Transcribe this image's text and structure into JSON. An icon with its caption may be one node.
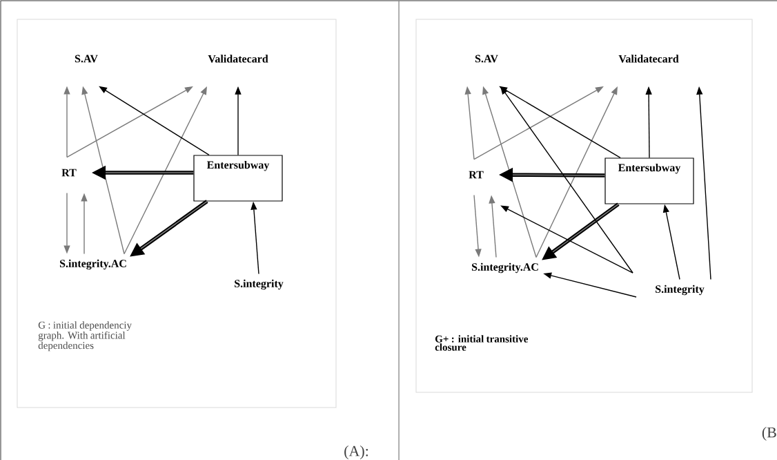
{
  "diagram": {
    "nodes": [
      {
        "text": [
          "G : initial dependenciy graph. With artificial dependencies"
        ]
      },
      {
        "text": [
          "S.AV"
        ],
        "in": 0
      },
      {
        "text": [
          "Validatecard"
        ],
        "in": 0
      },
      {
        "text": [
          "RT"
        ],
        "in": 0
      },
      {
        "text": [
          "Entersubway"
        ],
        "in": 0
      },
      {
        "text": [
          "S.integrity.AC"
        ],
        "in": 0
      },
      {
        "text": [
          "S.integrity"
        ],
        "in": 0
      },
      {
        "text": [
          "G+ : initial transitive closure"
        ]
      },
      {
        "text": [
          "S.AV"
        ],
        "in": 7
      },
      {
        "text": [
          "Validatecard"
        ],
        "in": 7
      },
      {
        "text": [
          "RT"
        ],
        "in": 7
      },
      {
        "text": [
          "Entersubway"
        ],
        "in": 7
      },
      {
        "text": [
          "S.integrity.AC"
        ],
        "in": 7
      },
      {
        "text": [
          "S.integrity"
        ],
        "in": 7
      }
    ],
    "edges": [
      {
        "from": 3,
        "to": 1,
        "arrow": "to",
        "color": "#7a7a7a"
      },
      {
        "from": 3,
        "to": 2,
        "arrow": "to",
        "color": "#7a7a7a"
      },
      {
        "from": 5,
        "to": 1,
        "arrow": "to",
        "color": "#7a7a7a"
      },
      {
        "from": 5,
        "to": 2,
        "arrow": "to",
        "color": "#7a7a7a"
      },
      {
        "from": 4,
        "to": 1,
        "arrow": "to"
      },
      {
        "from": 4,
        "to": 2,
        "arrow": "to"
      },
      {
        "from": 4,
        "to": 3,
        "arrow": "to",
        "style": "thick"
      },
      {
        "from": 4,
        "to": 5,
        "arrow": "to",
        "style": "thick"
      },
      {
        "from": 3,
        "to": 5,
        "arrow": "to",
        "color": "#7a7a7a"
      },
      {
        "from": 5,
        "to": 3,
        "arrow": "to",
        "color": "#7a7a7a"
      },
      {
        "from": 6,
        "to": 4,
        "arrow": "to"
      },
      {
        "from": 10,
        "to": 8,
        "arrow": "to",
        "color": "#7a7a7a"
      },
      {
        "from": 10,
        "to": 9,
        "arrow": "to",
        "color": "#7a7a7a"
      },
      {
        "from": 12,
        "to": 8,
        "arrow": "to",
        "color": "#7a7a7a"
      },
      {
        "from": 12,
        "to": 9,
        "arrow": "to",
        "color": "#7a7a7a"
      },
      {
        "from": 11,
        "to": 8,
        "arrow": "to"
      },
      {
        "from": 11,
        "to": 9,
        "arrow": "to"
      },
      {
        "from": 11,
        "to": 10,
        "arrow": "to",
        "style": "thick"
      },
      {
        "from": 11,
        "to": 12,
        "arrow": "to",
        "style": "thick"
      },
      {
        "from": 10,
        "to": 12,
        "arrow": "to",
        "color": "#7a7a7a"
      },
      {
        "from": 12,
        "to": 10,
        "arrow": "to",
        "color": "#7a7a7a"
      },
      {
        "from": 13,
        "to": 11,
        "arrow": "to"
      },
      {
        "from": 13,
        "to": 8,
        "arrow": "to"
      },
      {
        "from": 13,
        "to": 10,
        "arrow": "to"
      },
      {
        "from": 13,
        "to": 12,
        "arrow": "to"
      },
      {
        "from": 13,
        "to": 9,
        "arrow": "to"
      }
    ],
    "labels": [
      "(A):",
      "(B"
    ]
  }
}
